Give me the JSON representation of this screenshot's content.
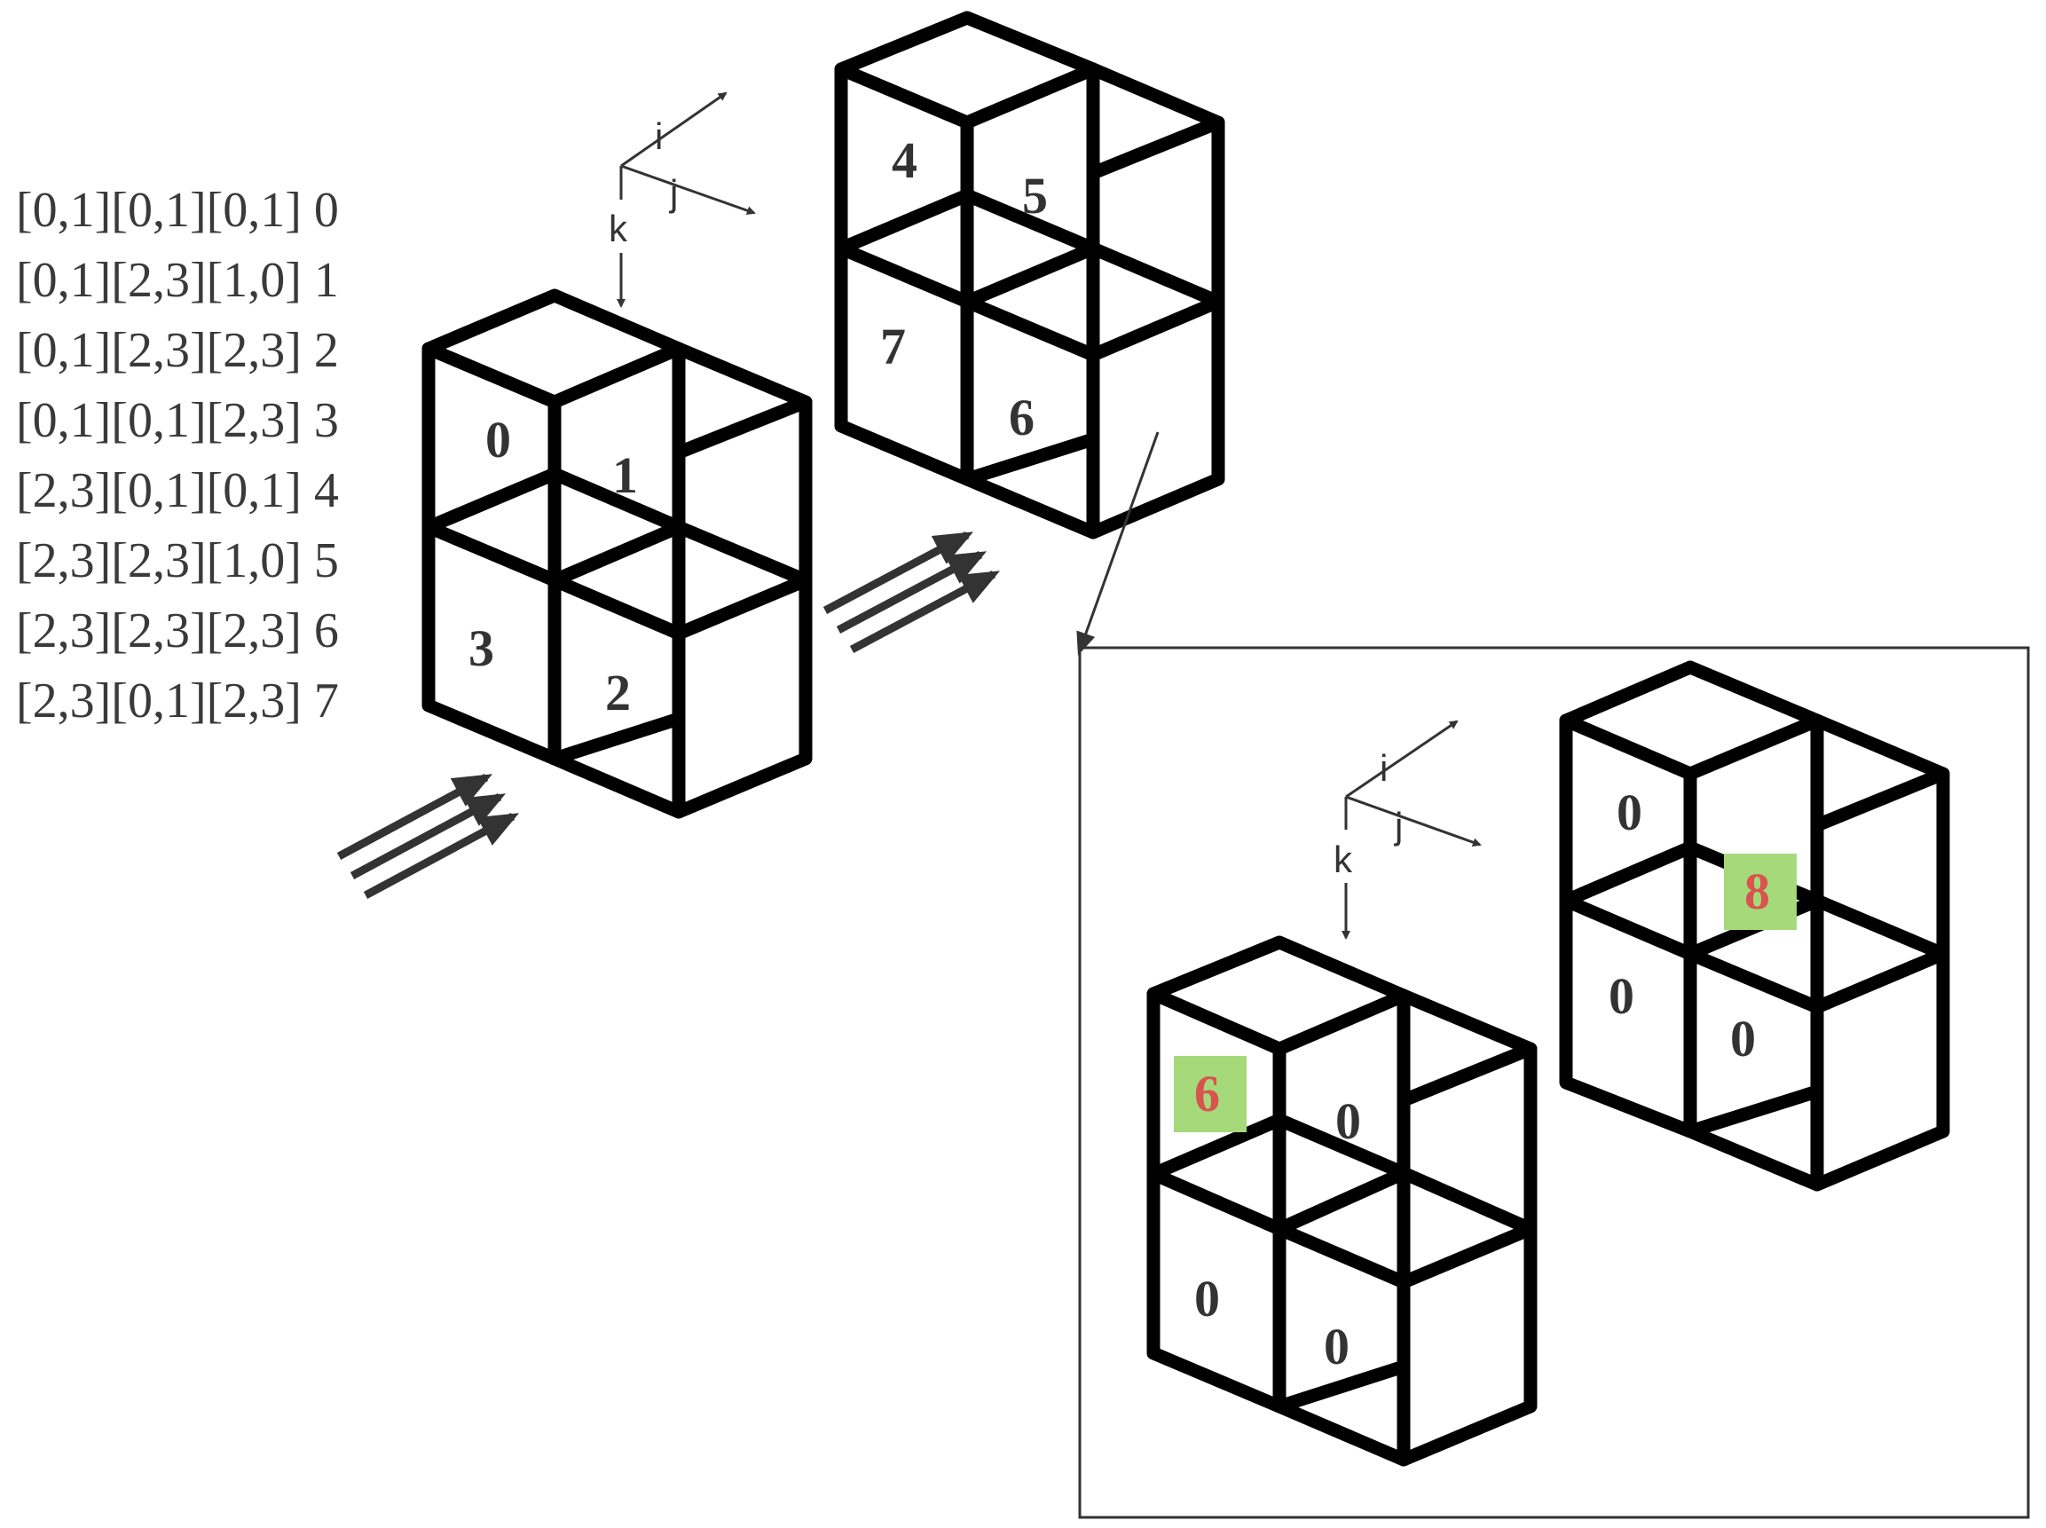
{
  "legend": [
    {
      "index_text": "[0,1][0,1][0,1]",
      "value": "0"
    },
    {
      "index_text": "[0,1][2,3][1,0]",
      "value": "1"
    },
    {
      "index_text": "[0,1][2,3][2,3]",
      "value": "2"
    },
    {
      "index_text": "[0,1][0,1][2,3]",
      "value": "3"
    },
    {
      "index_text": "[2,3][0,1][0,1]",
      "value": "4"
    },
    {
      "index_text": "[2,3][2,3][1,0]",
      "value": "5"
    },
    {
      "index_text": "[2,3][2,3][2,3]",
      "value": "6"
    },
    {
      "index_text": "[2,3][0,1][2,3]",
      "value": "7"
    }
  ],
  "axes": {
    "i": "i",
    "j": "j",
    "k": "k"
  },
  "block_a": {
    "labels": [
      "0",
      "1",
      "3",
      "2"
    ]
  },
  "block_b": {
    "labels": [
      "4",
      "5",
      "7",
      "6"
    ]
  },
  "block_c": {
    "labels": [
      "6",
      "0",
      "0",
      "0"
    ]
  },
  "block_d": {
    "labels": [
      "0",
      "8",
      "0",
      "0"
    ]
  },
  "colors": {
    "highlight_bg": "#a6d97a",
    "highlight_text": "#d9534f",
    "edge": "#000000"
  }
}
